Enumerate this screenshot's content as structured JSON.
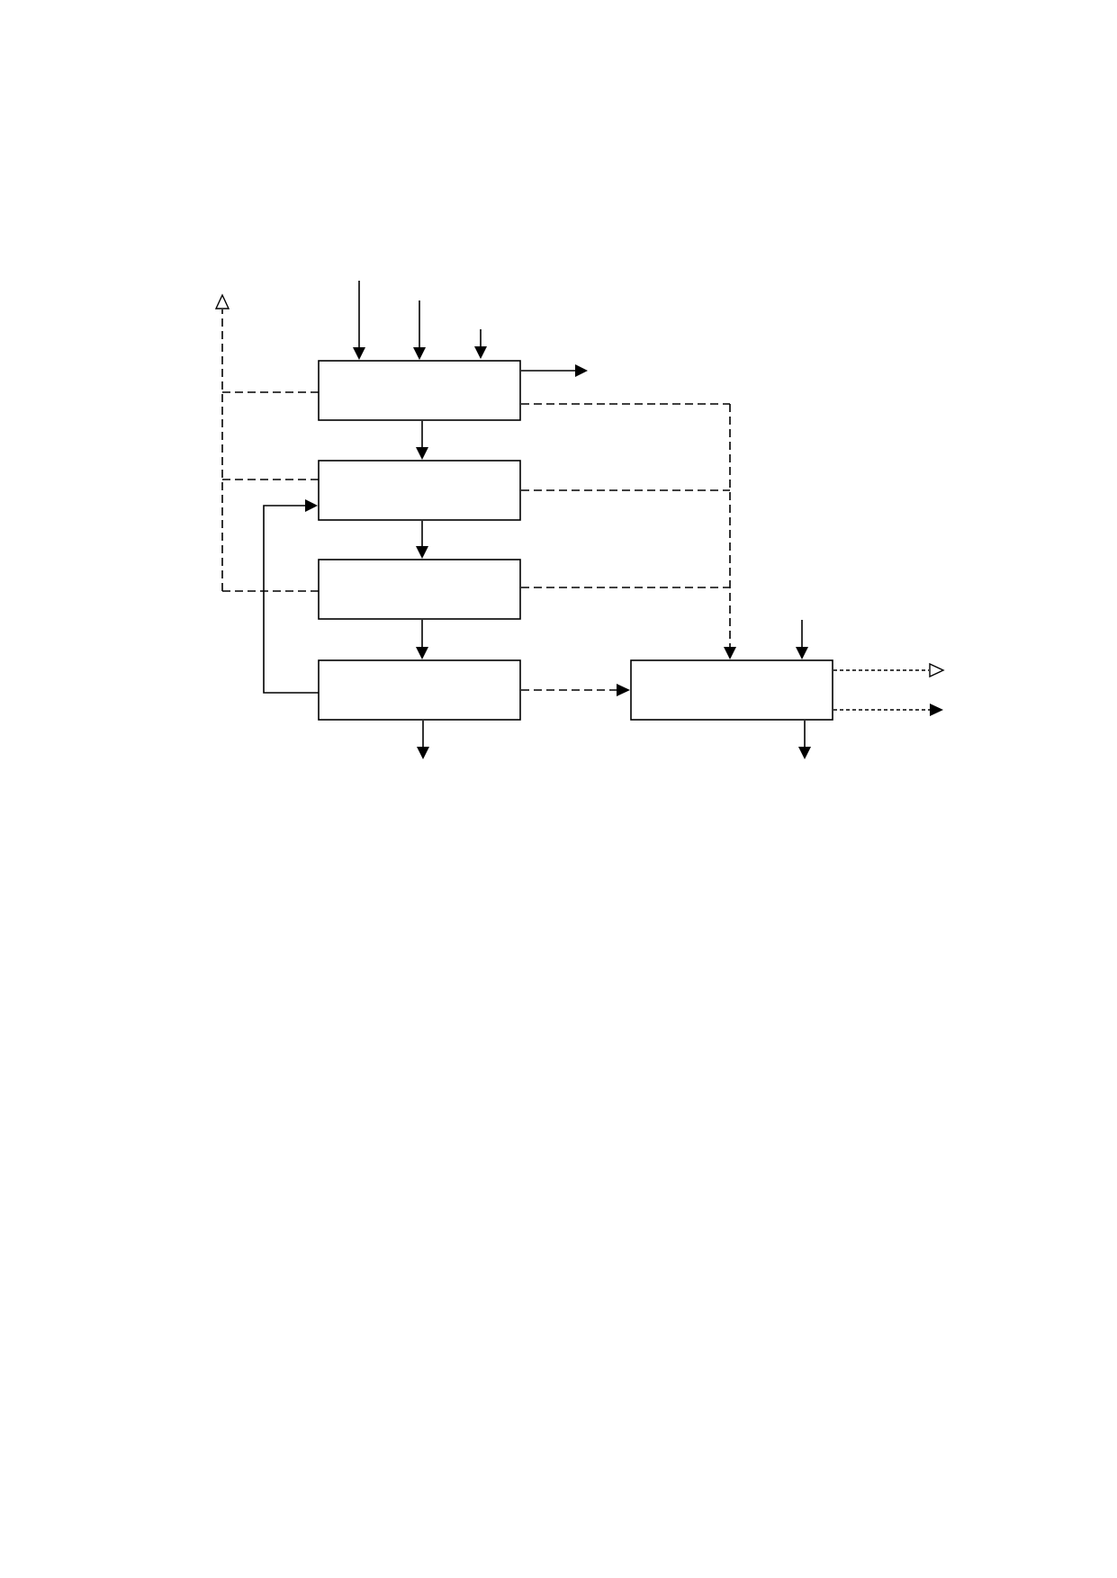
{
  "diagram": {
    "type": "process-flow",
    "colors": {
      "stroke": "#000000",
      "filled_arrowhead": "#000000",
      "open_arrowhead": "#ffffff",
      "background": "#ffffff"
    },
    "nodes": [
      {
        "id": "stage-1",
        "label": ""
      },
      {
        "id": "stage-2",
        "label": ""
      },
      {
        "id": "stage-3",
        "label": ""
      },
      {
        "id": "stage-4",
        "label": ""
      },
      {
        "id": "side-unit",
        "label": ""
      }
    ],
    "edges": [
      {
        "id": "input-1-to-stage-1",
        "from": null,
        "to": "stage-1",
        "style": "solid",
        "arrowhead": "filled"
      },
      {
        "id": "input-2-to-stage-1",
        "from": null,
        "to": "stage-1",
        "style": "solid",
        "arrowhead": "filled"
      },
      {
        "id": "input-3-to-stage-1",
        "from": null,
        "to": "stage-1",
        "style": "solid",
        "arrowhead": "filled"
      },
      {
        "id": "stage-1-output",
        "from": "stage-1",
        "to": null,
        "style": "solid",
        "arrowhead": "filled"
      },
      {
        "id": "stage-1-to-stage-2",
        "from": "stage-1",
        "to": "stage-2",
        "style": "solid",
        "arrowhead": "filled"
      },
      {
        "id": "stage-2-to-stage-3",
        "from": "stage-2",
        "to": "stage-3",
        "style": "solid",
        "arrowhead": "filled"
      },
      {
        "id": "stage-3-to-stage-4",
        "from": "stage-3",
        "to": "stage-4",
        "style": "solid",
        "arrowhead": "filled"
      },
      {
        "id": "stage-4-output",
        "from": "stage-4",
        "to": null,
        "style": "solid",
        "arrowhead": "filled"
      },
      {
        "id": "stage-4-recycle-to-stage-2",
        "from": "stage-4",
        "to": "stage-2",
        "style": "solid",
        "arrowhead": "filled"
      },
      {
        "id": "stages-1-3-left-dashed-outlet",
        "from": "stage-1",
        "to": null,
        "style": "dashed",
        "arrowhead": "open"
      },
      {
        "id": "stages-1-3-right-dashed-to-side-unit",
        "from": "stage-1",
        "to": "side-unit",
        "style": "dashed",
        "arrowhead": "filled"
      },
      {
        "id": "stage-4-dashed-to-side-unit",
        "from": "stage-4",
        "to": "side-unit",
        "style": "dashed",
        "arrowhead": "filled"
      },
      {
        "id": "input-to-side-unit",
        "from": null,
        "to": "side-unit",
        "style": "solid",
        "arrowhead": "filled"
      },
      {
        "id": "side-unit-output-down",
        "from": "side-unit",
        "to": null,
        "style": "solid",
        "arrowhead": "filled"
      },
      {
        "id": "side-unit-dotted-output-open",
        "from": "side-unit",
        "to": null,
        "style": "dotted",
        "arrowhead": "open"
      },
      {
        "id": "side-unit-dotted-output-filled",
        "from": "side-unit",
        "to": null,
        "style": "dotted",
        "arrowhead": "filled"
      }
    ]
  }
}
